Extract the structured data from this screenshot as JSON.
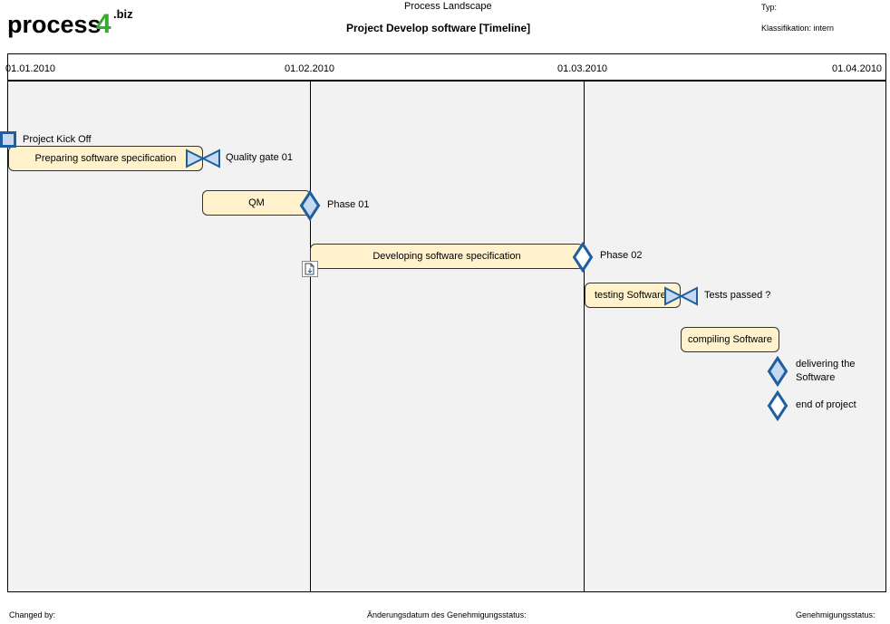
{
  "header": {
    "logo_text": "process4.biz",
    "subtitle": "Process Landscape",
    "title": "Project Develop software [Timeline]",
    "typ_label": "Typ:",
    "klassifikation": "Klassifikation: intern"
  },
  "timeline": {
    "dates": [
      "01.01.2010",
      "01.02.2010",
      "01.03.2010",
      "01.04.2010"
    ]
  },
  "tasks": [
    {
      "label": "Preparing software specification"
    },
    {
      "label": "QM"
    },
    {
      "label": "Developing software specification"
    },
    {
      "label": "testing Software"
    },
    {
      "label": "compiling Software"
    }
  ],
  "milestones": [
    {
      "label": "Project Kick Off",
      "shape": "square"
    },
    {
      "label": "Quality gate 01",
      "shape": "bowtie"
    },
    {
      "label": "Phase 01",
      "shape": "diamond"
    },
    {
      "label": "Phase 02",
      "shape": "diamond"
    },
    {
      "label": "Tests passed ?",
      "shape": "bowtie"
    },
    {
      "label": "delivering the Software",
      "shape": "diamond"
    },
    {
      "label": "end of project",
      "shape": "diamond"
    }
  ],
  "document_icon": "document-link-icon",
  "colors": {
    "task_fill": "#fff2cc",
    "milestone_fill": "#c5d9f1",
    "milestone_stroke": "#1f5fa0",
    "canvas": "#f2f2f2",
    "logo_green": "#3aaa35"
  },
  "footer": {
    "changed_by": "Changed by:",
    "aenderungsdatum": "Änderungsdatum des Genehmigungsstatus:",
    "genehmigungsstatus": "Genehmigungsstatus:"
  }
}
